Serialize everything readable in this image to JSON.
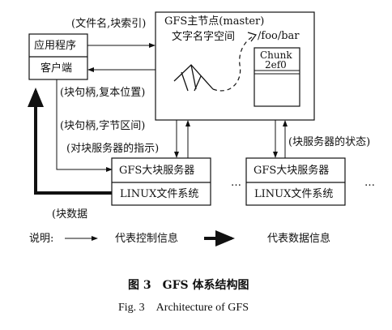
{
  "diagram": {
    "client_box": {
      "app": "应用程序",
      "client": "客户端"
    },
    "master_box": {
      "title": "GFS主节点(master)",
      "namespace": "文字名字空间",
      "path": "/foo/bar",
      "chunk_label": "Chunk",
      "chunk_id": "2ef0"
    },
    "chunkservers": [
      {
        "name": "GFS大块服务器",
        "fs": "LINUX文件系统"
      },
      {
        "name": "GFS大块服务器",
        "fs": "LINUX文件系统"
      }
    ],
    "ellipsis": "…",
    "arrows": {
      "filename_index": "(文件名,块索引)",
      "handle_replica": "(块句柄,复本位置)",
      "handle_range": "(块句柄,字节区间)",
      "instructions": "(对块服务器的指示)",
      "state": "(块服务器的状态)",
      "chunk_data": "(块数据"
    },
    "legend": {
      "explain": "说明:",
      "control": "代表控制信息",
      "data": "代表数据信息"
    }
  },
  "caption": {
    "cn": "图 3　GFS 体系结构图",
    "en": "Fig. 3　Architecture of GFS"
  }
}
